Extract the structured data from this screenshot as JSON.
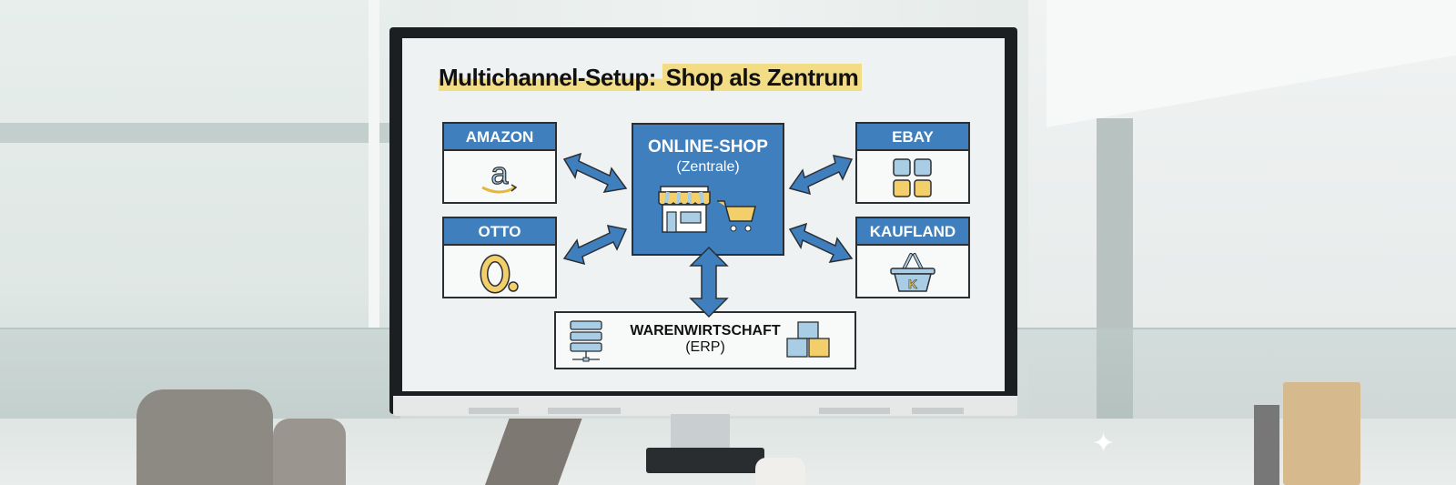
{
  "scene": {
    "description": "Office room with a large monitor displaying a multichannel diagram"
  },
  "slide": {
    "title_prefix": "Multichannel-Setup: ",
    "title_highlight": "Shop als Zentrum",
    "colors": {
      "accent_blue": "#3f7fbd",
      "highlight_yellow": "#f3dc86",
      "icon_yellow": "#f2cf6a",
      "icon_lightblue": "#a9cde4"
    },
    "center": {
      "title": "ONLINE-SHOP",
      "subtitle": "(Zentrale)",
      "icon": "storefront-cart-icon"
    },
    "channels": [
      {
        "label": "AMAZON",
        "icon": "amazon-logo-icon"
      },
      {
        "label": "OTTO",
        "icon": "otto-logo-icon"
      },
      {
        "label": "EBAY",
        "icon": "ebay-grid-icon"
      },
      {
        "label": "KAUFLAND",
        "icon": "basket-k-icon"
      }
    ],
    "erp": {
      "title": "WARENWIRTSCHAFT",
      "subtitle": "(ERP)",
      "left_icon": "server-icon",
      "right_icon": "boxes-icon"
    }
  }
}
